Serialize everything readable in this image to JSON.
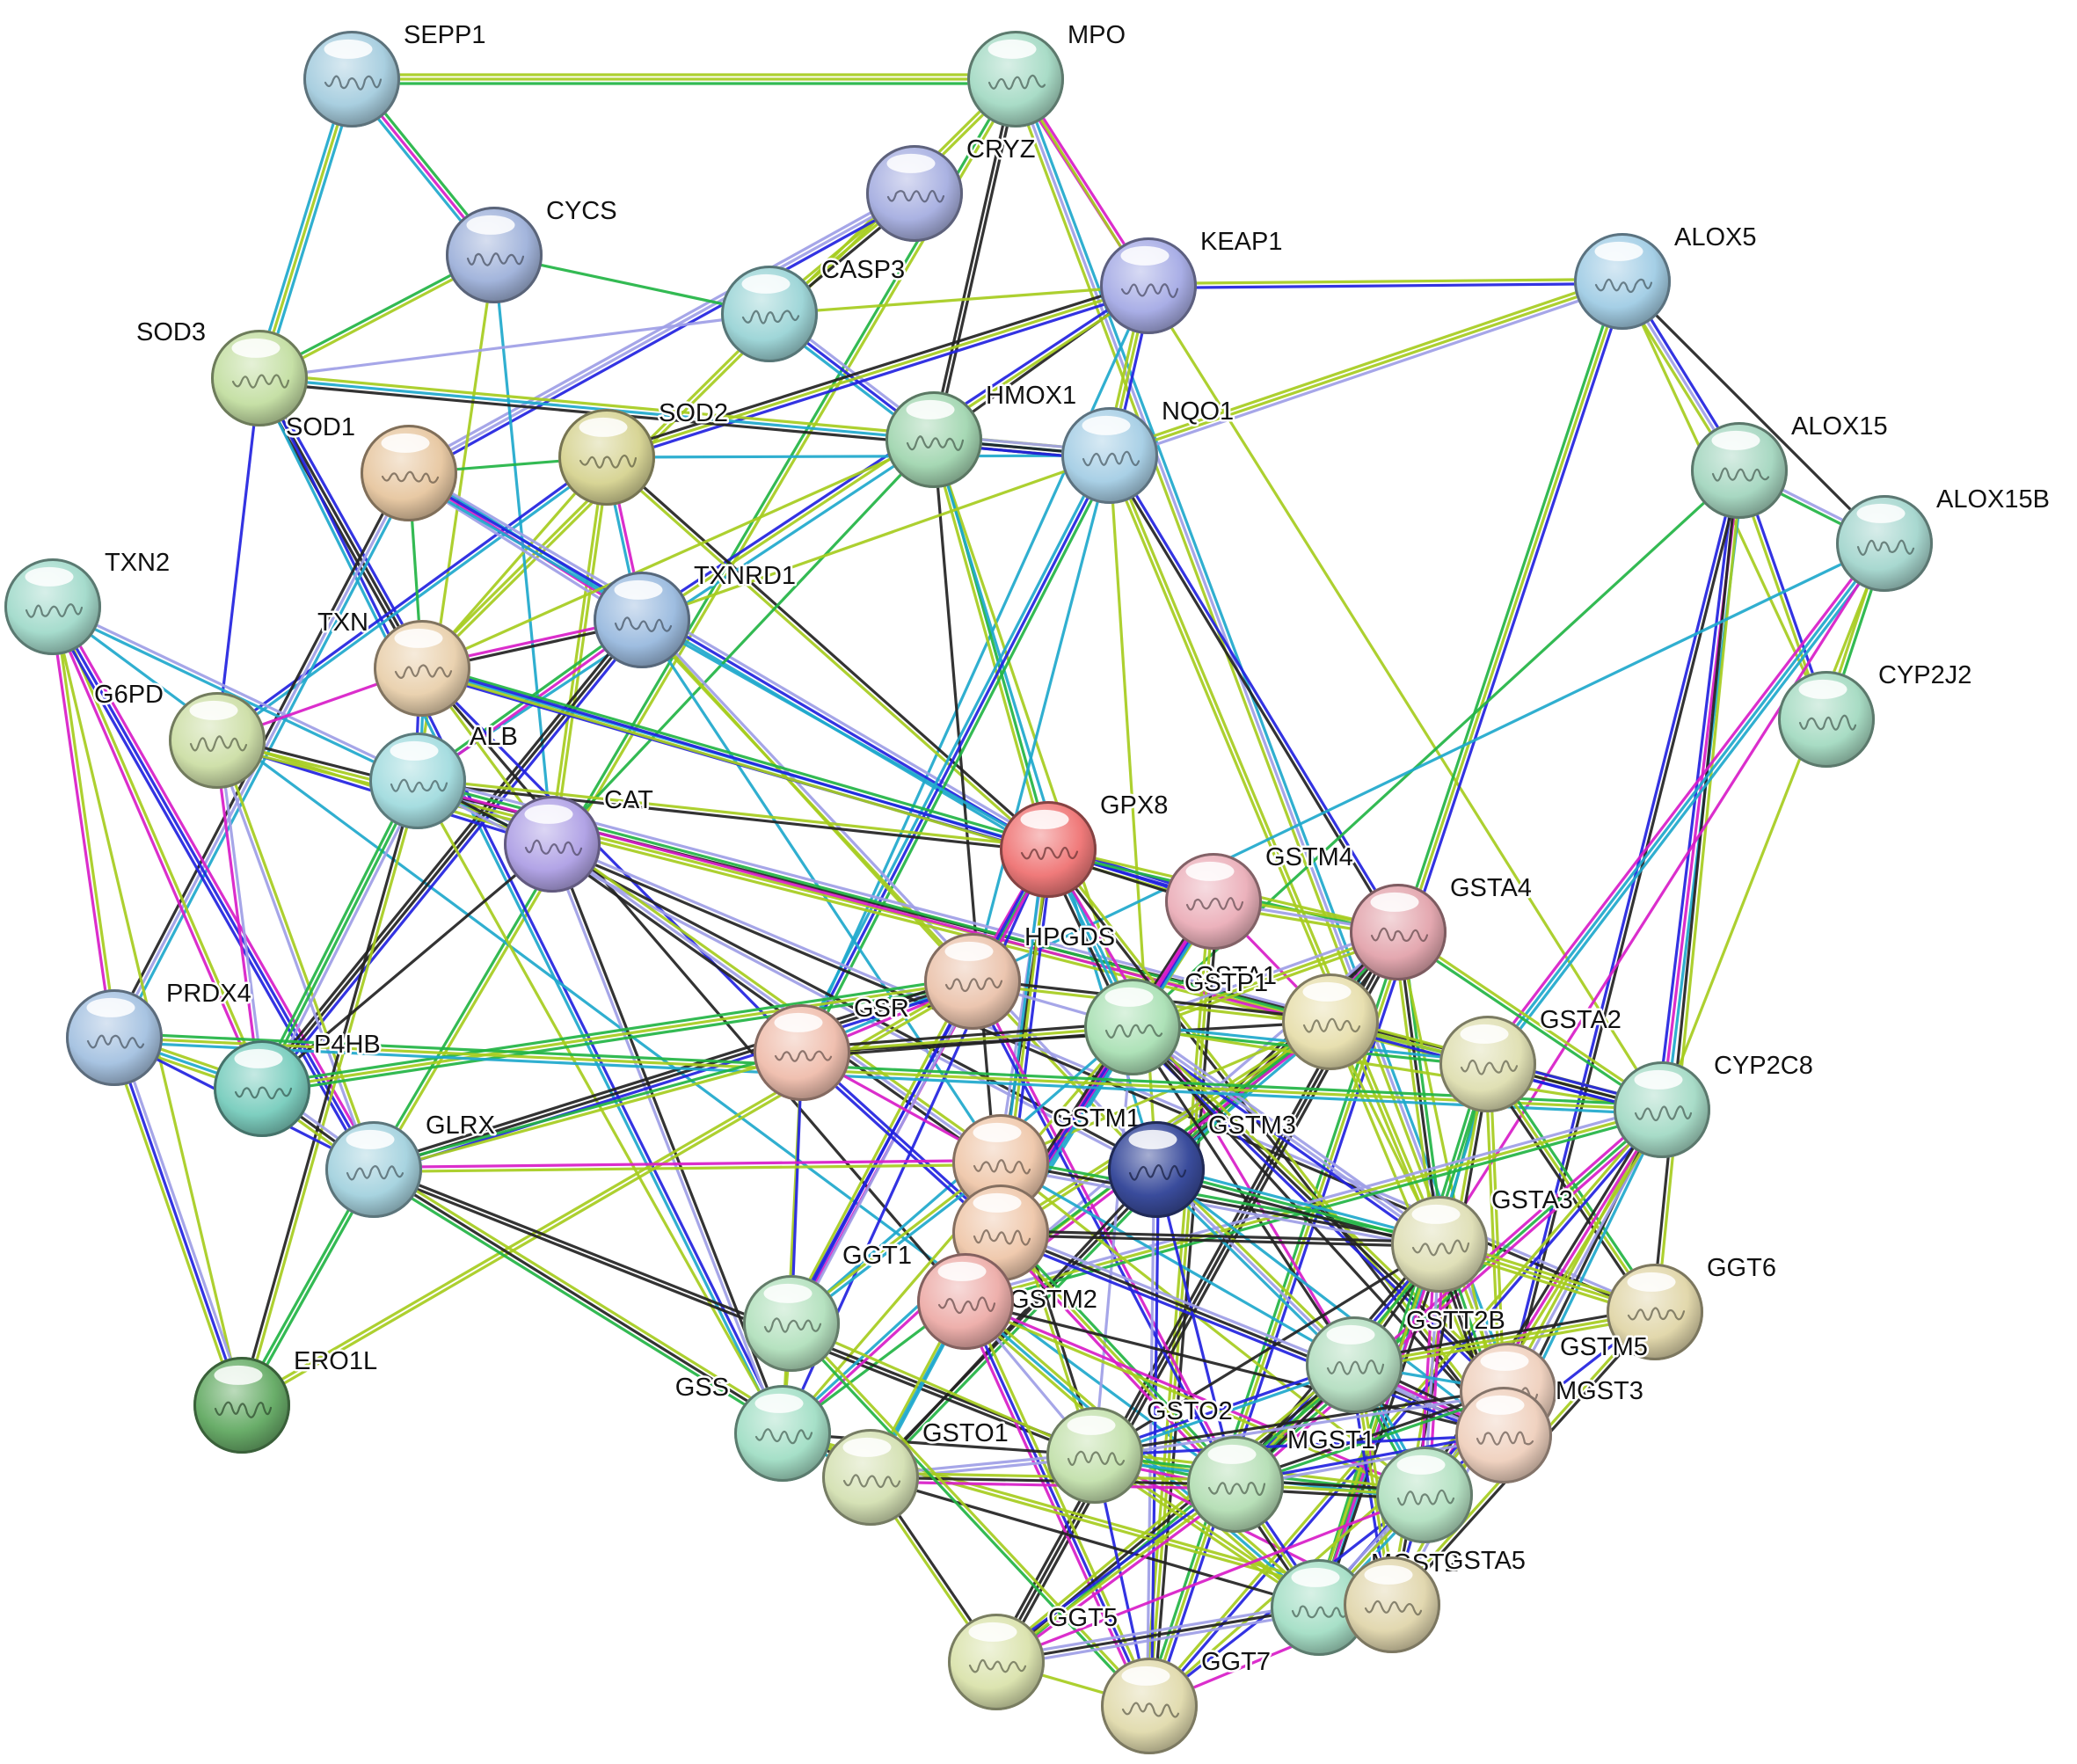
{
  "network": {
    "nodes": [
      {
        "id": "SEPP1",
        "label": "SEPP1",
        "color": "#a9cfe0"
      },
      {
        "id": "MPO",
        "label": "MPO",
        "color": "#a9dcc7"
      },
      {
        "id": "CRYZ",
        "label": "CRYZ",
        "color": "#aab2e2"
      },
      {
        "id": "CYCS",
        "label": "CYCS",
        "color": "#a3b5dc"
      },
      {
        "id": "CASP3",
        "label": "CASP3",
        "color": "#9fd6d8"
      },
      {
        "id": "KEAP1",
        "label": "KEAP1",
        "color": "#a9aee6"
      },
      {
        "id": "ALOX5",
        "label": "ALOX5",
        "color": "#a5cfe6"
      },
      {
        "id": "SOD3",
        "label": "SOD3",
        "color": "#c6e0a6"
      },
      {
        "id": "SOD2",
        "label": "SOD2",
        "color": "#d8d596"
      },
      {
        "id": "SOD1",
        "label": "SOD1",
        "color": "#e8c9a4"
      },
      {
        "id": "HMOX1",
        "label": "HMOX1",
        "color": "#a6d8b4"
      },
      {
        "id": "NQO1",
        "label": "NQO1",
        "color": "#a9d0e6"
      },
      {
        "id": "ALOX15",
        "label": "ALOX15",
        "color": "#a8d8c2"
      },
      {
        "id": "ALOX15B",
        "label": "ALOX15B",
        "color": "#a8d8d0"
      },
      {
        "id": "TXN2",
        "label": "TXN2",
        "color": "#a6dccd"
      },
      {
        "id": "TXNRD1",
        "label": "TXNRD1",
        "color": "#9ebde0"
      },
      {
        "id": "TXN",
        "label": "TXN",
        "color": "#ead2b0"
      },
      {
        "id": "G6PD",
        "label": "G6PD",
        "color": "#cfe0aa"
      },
      {
        "id": "ALB",
        "label": "ALB",
        "color": "#a6dde0"
      },
      {
        "id": "CYP2J2",
        "label": "CYP2J2",
        "color": "#a8dcc4"
      },
      {
        "id": "CAT",
        "label": "CAT",
        "color": "#b2a4e6"
      },
      {
        "id": "GPX8",
        "label": "GPX8",
        "color": "#f07a7a"
      },
      {
        "id": "GSTM4",
        "label": "GSTM4",
        "color": "#ecb2bc"
      },
      {
        "id": "GSTA4",
        "label": "GSTA4",
        "color": "#e4a8b0"
      },
      {
        "id": "HPGDS",
        "label": "HPGDS",
        "color": "#ecc6b0"
      },
      {
        "id": "GSTA1",
        "label": "GSTA1",
        "color": "#e8e0b0"
      },
      {
        "id": "GSTP1",
        "label": "GSTP1",
        "color": "#aee2b8"
      },
      {
        "id": "PRDX4",
        "label": "PRDX4",
        "color": "#a8c4e2"
      },
      {
        "id": "GSR",
        "label": "GSR",
        "color": "#f0c0b0"
      },
      {
        "id": "GSTA2",
        "label": "GSTA2",
        "color": "#e0e0b4"
      },
      {
        "id": "P4HB",
        "label": "P4HB",
        "color": "#7ecfc0"
      },
      {
        "id": "CYP2C8",
        "label": "CYP2C8",
        "color": "#a8dcc8"
      },
      {
        "id": "GLRX",
        "label": "GLRX",
        "color": "#a8d4e0"
      },
      {
        "id": "GSTM1",
        "label": "GSTM1",
        "color": "#f0caae"
      },
      {
        "id": "GSTM3",
        "label": "GSTM3",
        "color": "#3a4c9c"
      },
      {
        "id": "GSTA3",
        "label": "GSTA3",
        "color": "#e0e0b8"
      },
      {
        "id": "GSTM2",
        "label": "GSTM2",
        "color": "#f0caae"
      },
      {
        "id": "GGT1",
        "label": "GGT1",
        "color": "#eeb0ac"
      },
      {
        "id": "GGT6",
        "label": "GGT6",
        "color": "#e2d8ac"
      },
      {
        "id": "GSTT2B",
        "label": "GSTT2B",
        "color": "#b8e0c4"
      },
      {
        "id": "ERO1L",
        "label": "ERO1L",
        "color": "#6aae6a"
      },
      {
        "id": "GSS",
        "label": "GSS",
        "color": "#a6e0c8"
      },
      {
        "id": "GSTM5",
        "label": "GSTM5",
        "color": "#f0d2c0"
      },
      {
        "id": "GSTO2",
        "label": "GSTO2",
        "color": "#c6e2b0"
      },
      {
        "id": "GSTO1",
        "label": "GSTO1",
        "color": "#d6e2b6"
      },
      {
        "id": "MGST1",
        "label": "MGST1",
        "color": "#b8e0b8"
      },
      {
        "id": "MGST3",
        "label": "MGST3",
        "color": "#f0d2c0"
      },
      {
        "id": "GGT_L",
        "label": "",
        "color": "#b6e2c0"
      },
      {
        "id": "MGST2",
        "label": "MGST2",
        "color": "#a8e0c8"
      },
      {
        "id": "GSTA5",
        "label": "GSTA5",
        "color": "#e2d8b0"
      },
      {
        "id": "GGT5",
        "label": "GGT5",
        "color": "#dce4b0"
      },
      {
        "id": "GGT7",
        "label": "GGT7",
        "color": "#e2dcb0"
      },
      {
        "id": "GSTT_M",
        "label": "",
        "color": "#b6e2c4"
      }
    ],
    "edge_colors": {
      "textmining": "#a6cc1e",
      "coexpression": "#222222",
      "experiments": "#d81cc8",
      "databases": "#1ea8cc",
      "neighborhood": "#22b444",
      "gene_fusion": "#2222e0",
      "homology": "#9e9ee6"
    }
  }
}
